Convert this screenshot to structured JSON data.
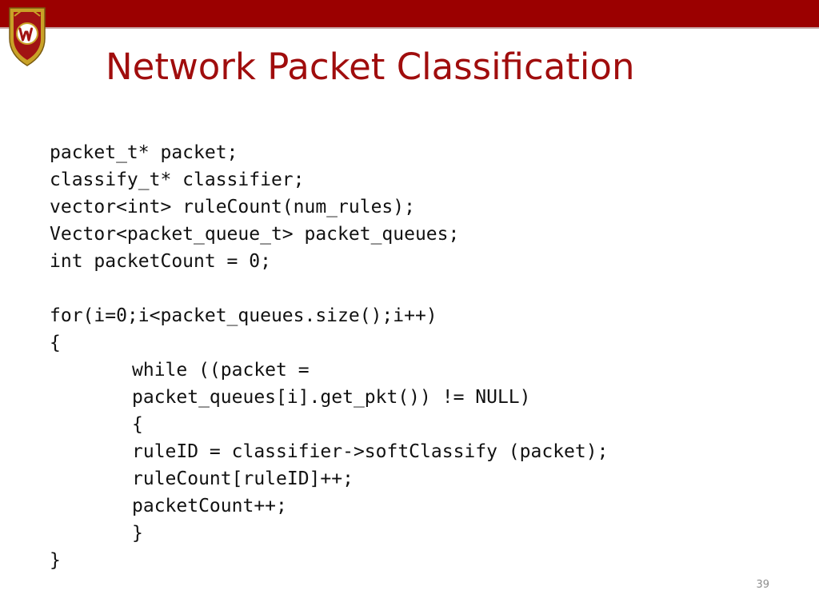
{
  "slide": {
    "title": "Network Packet Classification",
    "page_number": "39",
    "accent_color": "#9b0000",
    "logo_icon": "uw-crest-icon"
  },
  "code": {
    "lines": [
      "packet_t* packet;",
      "classify_t* classifier;",
      "vector<int> ruleCount(num_rules);",
      "Vector<packet_queue_t> packet_queues;",
      "int packetCount = 0;",
      "",
      "for(i=0;i<packet_queues.size();i++)",
      "{",
      "while ((packet =",
      "packet_queues[i].get_pkt()) != NULL)",
      "{",
      "ruleID = classifier->softClassify (packet);",
      "ruleCount[ruleID]++;",
      "packetCount++;",
      "}",
      "}"
    ]
  }
}
